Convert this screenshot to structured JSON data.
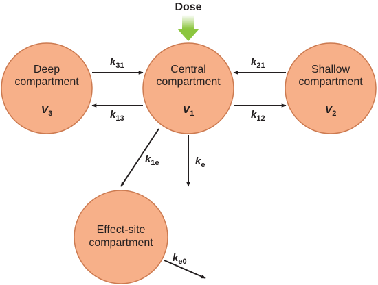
{
  "dose": {
    "label": "Dose"
  },
  "colors": {
    "node_fill": "#f7b089",
    "node_stroke": "#cc7a50",
    "arrow": "#231f20",
    "dose_arrow": "#8cc63f",
    "text": "#231f20"
  },
  "compartments": {
    "deep": {
      "line1": "Deep",
      "line2": "compartment",
      "var": "V",
      "sub": "3"
    },
    "central": {
      "line1": "Central",
      "line2": "compartment",
      "var": "V",
      "sub": "1"
    },
    "shallow": {
      "line1": "Shallow",
      "line2": "compartment",
      "var": "V",
      "sub": "2"
    },
    "effect": {
      "line1": "Effect-site",
      "line2": "compartment"
    }
  },
  "rates": {
    "k31": {
      "k": "k",
      "sub": "31"
    },
    "k13": {
      "k": "k",
      "sub": "13"
    },
    "k21": {
      "k": "k",
      "sub": "21"
    },
    "k12": {
      "k": "k",
      "sub": "12"
    },
    "k1e": {
      "k": "k",
      "sub": "1e"
    },
    "ke": {
      "k": "k",
      "sub": "e"
    },
    "ke0": {
      "k": "k",
      "sub": "e0"
    }
  }
}
